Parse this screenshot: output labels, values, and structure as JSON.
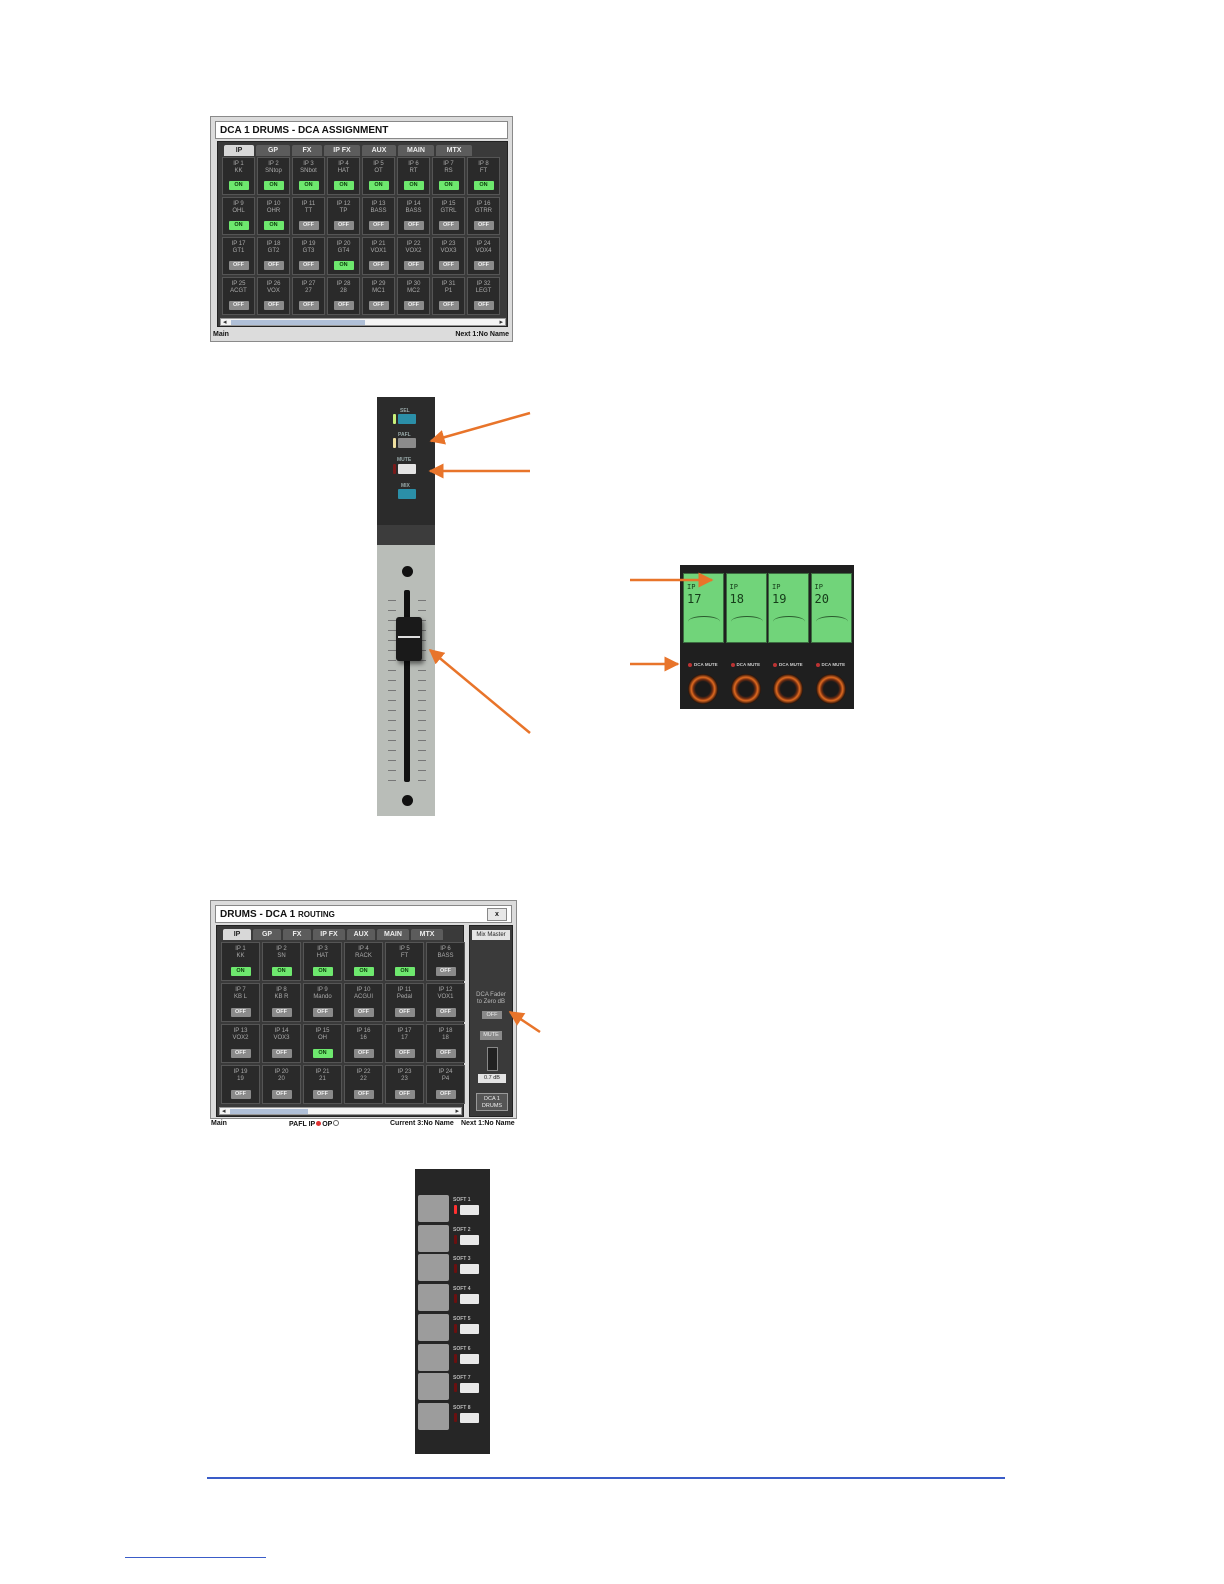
{
  "colors": {
    "on": "#6ee86e",
    "off": "#8a8a8a",
    "lcd": "#71d47a",
    "arrow": "#e8742a",
    "rule": "#3a5cc8"
  },
  "dca_assignment": {
    "title": "DCA 1  DRUMS  - DCA ASSIGNMENT",
    "tabs": [
      "IP",
      "GP",
      "FX",
      "IP FX",
      "AUX",
      "MAIN",
      "MTX"
    ],
    "active_tab": "IP",
    "cells": [
      {
        "name": "IP 1\nKK",
        "state": "ON"
      },
      {
        "name": "IP 2\nSNtop",
        "state": "ON"
      },
      {
        "name": "IP 3\nSNbot",
        "state": "ON"
      },
      {
        "name": "IP 4\nHAT",
        "state": "ON"
      },
      {
        "name": "IP 5\nOT",
        "state": "ON"
      },
      {
        "name": "IP 6\nRT",
        "state": "ON"
      },
      {
        "name": "IP 7\nRS",
        "state": "ON"
      },
      {
        "name": "IP 8\nFT",
        "state": "ON"
      },
      {
        "name": "IP 9\nOHL",
        "state": "ON"
      },
      {
        "name": "IP 10\nOHR",
        "state": "ON"
      },
      {
        "name": "IP 11\nTT",
        "state": "OFF"
      },
      {
        "name": "IP 12\nTP",
        "state": "OFF"
      },
      {
        "name": "IP 13\nBASS",
        "state": "OFF"
      },
      {
        "name": "IP 14\nBASS",
        "state": "OFF"
      },
      {
        "name": "IP 15\nGTRL",
        "state": "OFF"
      },
      {
        "name": "IP 16\nGTRR",
        "state": "OFF"
      },
      {
        "name": "IP 17\nGT1",
        "state": "OFF"
      },
      {
        "name": "IP 18\nGT2",
        "state": "OFF"
      },
      {
        "name": "IP 19\nGT3",
        "state": "OFF"
      },
      {
        "name": "IP 20\nGT4",
        "state": "ON"
      },
      {
        "name": "IP 21\nVOX1",
        "state": "OFF"
      },
      {
        "name": "IP 22\nVOX2",
        "state": "OFF"
      },
      {
        "name": "IP 23\nVOX3",
        "state": "OFF"
      },
      {
        "name": "IP 24\nVOX4",
        "state": "OFF"
      },
      {
        "name": "IP 25\nACGT",
        "state": "OFF"
      },
      {
        "name": "IP 26\nVOX",
        "state": "OFF"
      },
      {
        "name": "IP 27\n27",
        "state": "OFF"
      },
      {
        "name": "IP 28\n28",
        "state": "OFF"
      },
      {
        "name": "IP 29\nMC1",
        "state": "OFF"
      },
      {
        "name": "IP 30\nMC2",
        "state": "OFF"
      },
      {
        "name": "IP 31\nP1",
        "state": "OFF"
      },
      {
        "name": "IP 32\nLEGT",
        "state": "OFF"
      }
    ],
    "status_left": "Main",
    "status_right": "Next 1:No Name"
  },
  "fader_strip": {
    "sel_label": "SEL",
    "pafl_label": "PAFL",
    "mute_label": "MUTE",
    "mix_label": "MIX"
  },
  "lcd_panel": {
    "displays": [
      {
        "prefix": "IP",
        "number": "17"
      },
      {
        "prefix": "IP",
        "number": "18"
      },
      {
        "prefix": "IP",
        "number": "19"
      },
      {
        "prefix": "IP",
        "number": "20"
      }
    ],
    "mute_label": "DCA MUTE"
  },
  "dca_routing": {
    "title_main": "DRUMS - DCA 1",
    "title_sub": "ROUTING",
    "close_symbol": "x",
    "tabs": [
      "IP",
      "GP",
      "FX",
      "IP FX",
      "AUX",
      "MAIN",
      "MTX"
    ],
    "active_tab": "IP",
    "cells": [
      {
        "name": "IP 1\nKK",
        "state": "ON"
      },
      {
        "name": "IP 2\nSN",
        "state": "ON"
      },
      {
        "name": "IP 3\nHAT",
        "state": "ON"
      },
      {
        "name": "IP 4\nRACK",
        "state": "ON"
      },
      {
        "name": "IP 5\nFT",
        "state": "ON"
      },
      {
        "name": "IP 6\nBASS",
        "state": "OFF"
      },
      {
        "name": "IP 7\nKB L",
        "state": "OFF"
      },
      {
        "name": "IP 8\nKB R",
        "state": "OFF"
      },
      {
        "name": "IP 9\nMando",
        "state": "OFF"
      },
      {
        "name": "IP 10\nACGUI",
        "state": "OFF"
      },
      {
        "name": "IP 11\nPedal",
        "state": "OFF"
      },
      {
        "name": "IP 12\nVOX1",
        "state": "OFF"
      },
      {
        "name": "IP 13\nVOX2",
        "state": "OFF"
      },
      {
        "name": "IP 14\nVOX3",
        "state": "OFF"
      },
      {
        "name": "IP 15\nOH",
        "state": "ON"
      },
      {
        "name": "IP 16\n16",
        "state": "OFF"
      },
      {
        "name": "IP 17\n17",
        "state": "OFF"
      },
      {
        "name": "IP 18\n18",
        "state": "OFF"
      },
      {
        "name": "IP 19\n19",
        "state": "OFF"
      },
      {
        "name": "IP 20\n20",
        "state": "OFF"
      },
      {
        "name": "IP 21\n21",
        "state": "OFF"
      },
      {
        "name": "IP 22\n22",
        "state": "OFF"
      },
      {
        "name": "IP 23\n23",
        "state": "OFF"
      },
      {
        "name": "IP 24\nP4",
        "state": "OFF"
      }
    ],
    "side": {
      "mix_master": "Mix Master",
      "dca_fader_label": "DCA Fader\nto Zero dB",
      "dca_fader_state": "OFF",
      "mute_button": "MUTE",
      "fader_value": "0.7 dB",
      "dca_name": "DCA 1\nDRUMS"
    },
    "status_left": "Main",
    "status_mid": "PAFL IP",
    "status_mid2": "OP",
    "status_current": "Current  3:No Name",
    "status_next": "Next 1:No Name"
  },
  "soft_keys": {
    "labels": [
      "SOFT 1",
      "SOFT 2",
      "SOFT 3",
      "SOFT 4",
      "SOFT 5",
      "SOFT 6",
      "SOFT 7",
      "SOFT 8"
    ]
  }
}
